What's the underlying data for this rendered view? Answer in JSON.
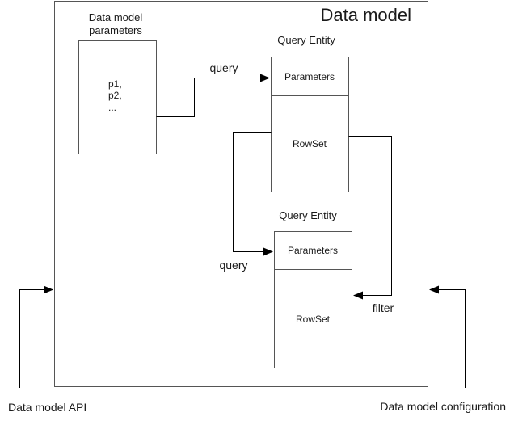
{
  "container": {
    "title": "Data model"
  },
  "params_box": {
    "title_line1": "Data model",
    "title_line2": "parameters",
    "items": [
      "p1,",
      "p2,",
      "..."
    ]
  },
  "entity_top": {
    "title": "Query Entity",
    "parameters": "Parameters",
    "rowset": "RowSet"
  },
  "entity_bottom": {
    "title": "Query Entity",
    "parameters": "Parameters",
    "rowset": "RowSet"
  },
  "edges": {
    "query_top": "query",
    "query_bottom": "query",
    "filter": "filter"
  },
  "external": {
    "api": "Data model API",
    "configuration": "Data model configuration"
  }
}
